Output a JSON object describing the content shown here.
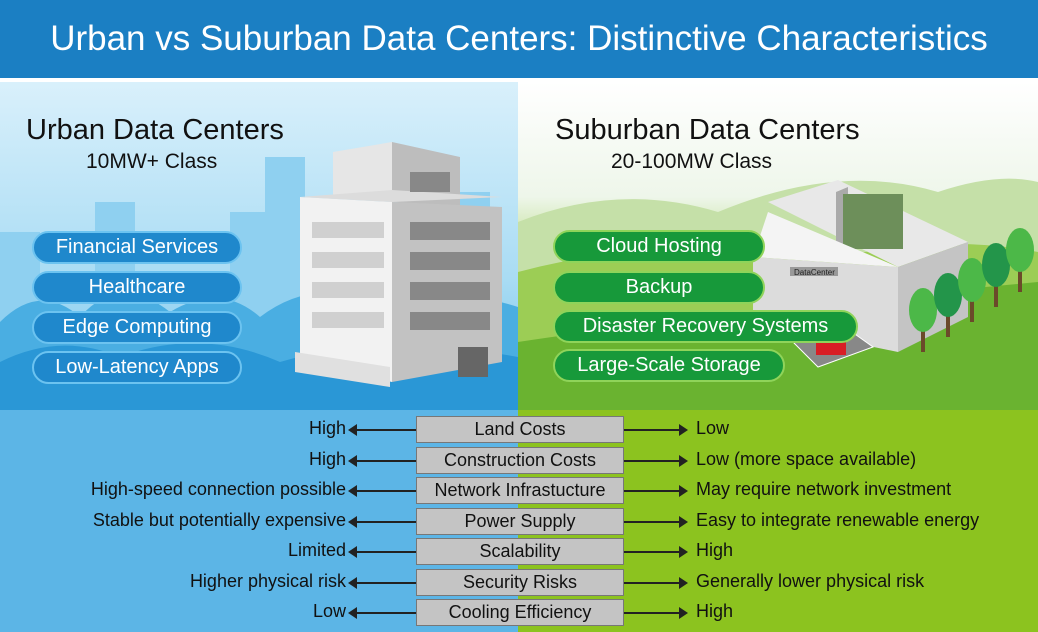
{
  "title": "Urban vs Suburban Data Centers: Distinctive Characteristics",
  "urban": {
    "heading": "Urban Data Centers",
    "class": "10MW+ Class",
    "uses": [
      "Financial Services",
      "Healthcare",
      "Edge Computing",
      "Low-Latency Apps"
    ]
  },
  "suburban": {
    "heading": "Suburban Data Centers",
    "class": "20-100MW Class",
    "uses": [
      "Cloud Hosting",
      "Backup",
      "Disaster Recovery Systems",
      "Large-Scale Storage"
    ],
    "sign": "DataCenter"
  },
  "comparison": [
    {
      "factor": "Land Costs",
      "urban": "High",
      "suburban": "Low"
    },
    {
      "factor": "Construction Costs",
      "urban": "High",
      "suburban": "Low (more space available)"
    },
    {
      "factor": "Network Infrastucture",
      "urban": "High-speed connection possible",
      "suburban": "May require network investment"
    },
    {
      "factor": "Power Supply",
      "urban": "Stable but potentially expensive",
      "suburban": "Easy to integrate renewable energy"
    },
    {
      "factor": "Scalability",
      "urban": "Limited",
      "suburban": "High"
    },
    {
      "factor": "Security Risks",
      "urban": "Higher physical risk",
      "suburban": "Generally lower physical risk"
    },
    {
      "factor": "Cooling Efficiency",
      "urban": "Low",
      "suburban": "High"
    }
  ]
}
